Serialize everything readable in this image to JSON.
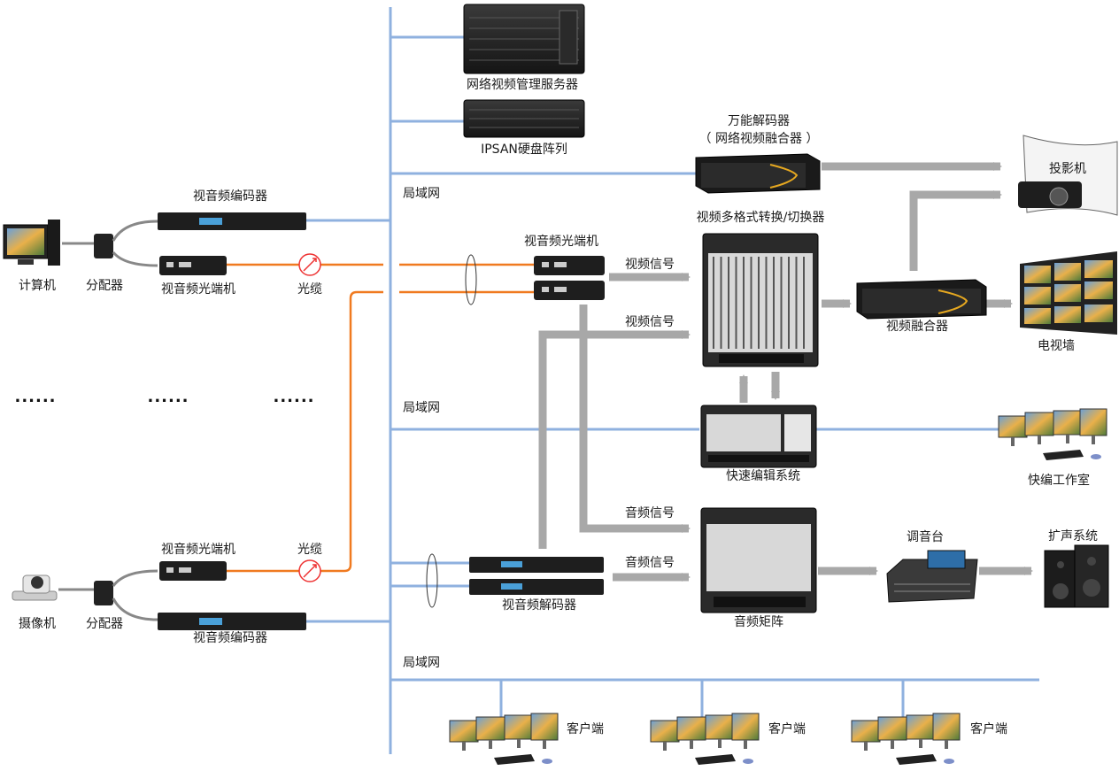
{
  "colors": {
    "lan": "#8fb1df",
    "fiber": "#f07a20",
    "arrow": "#a8a8a8",
    "device_dark": "#1c1c1c",
    "background": "#ffffff"
  },
  "labels": {
    "server": "网络视频管理服务器",
    "ipsan": "IPSAN硬盘阵列",
    "universal_decoder": "万能解码器",
    "universal_decoder_sub": "（ 网络视频融合器 ）",
    "projector": "投影机",
    "switcher": "视频多格式转换/切换器",
    "fiber_rx": "视音频光端机",
    "video_signal_1": "视频信号",
    "video_signal_2": "视频信号",
    "fusion": "视频融合器",
    "tv_wall": "电视墙",
    "lan_1": "局域网",
    "lan_2": "局域网",
    "lan_3": "局域网",
    "fast_edit_system": "快速编辑系统",
    "edit_studio": "快编工作室",
    "audio_signal_1": "音频信号",
    "audio_signal_2": "音频信号",
    "audio_matrix": "音频矩阵",
    "mixer": "调音台",
    "pa_system": "扩声系统",
    "decoder": "视音频解码器",
    "computer": "计算机",
    "splitter_top": "分配器",
    "encoder_top": "视音频编码器",
    "fiber_tx_top": "视音频光端机",
    "cable_top": "光缆",
    "camera": "摄像机",
    "splitter_bottom": "分配器",
    "fiber_tx_bottom": "视音频光端机",
    "cable_bottom": "光缆",
    "encoder_bottom": "视音频编码器",
    "client_1": "客户端",
    "client_2": "客户端",
    "client_3": "客户端",
    "ellipsis_1": "......",
    "ellipsis_2": "......",
    "ellipsis_3": "......"
  },
  "icons": {
    "server": "rack-server-icon",
    "ipsan": "disk-array-icon",
    "decoder": "decoder-box-icon",
    "projector": "projector-icon",
    "tv_wall": "video-wall-icon",
    "computer": "desktop-computer-icon",
    "camera": "ptz-camera-icon",
    "mixer": "mixing-console-icon",
    "speakers": "speaker-icon",
    "workstation": "multi-monitor-workstation-icon",
    "fiber_cable": "fiber-cable-icon"
  }
}
